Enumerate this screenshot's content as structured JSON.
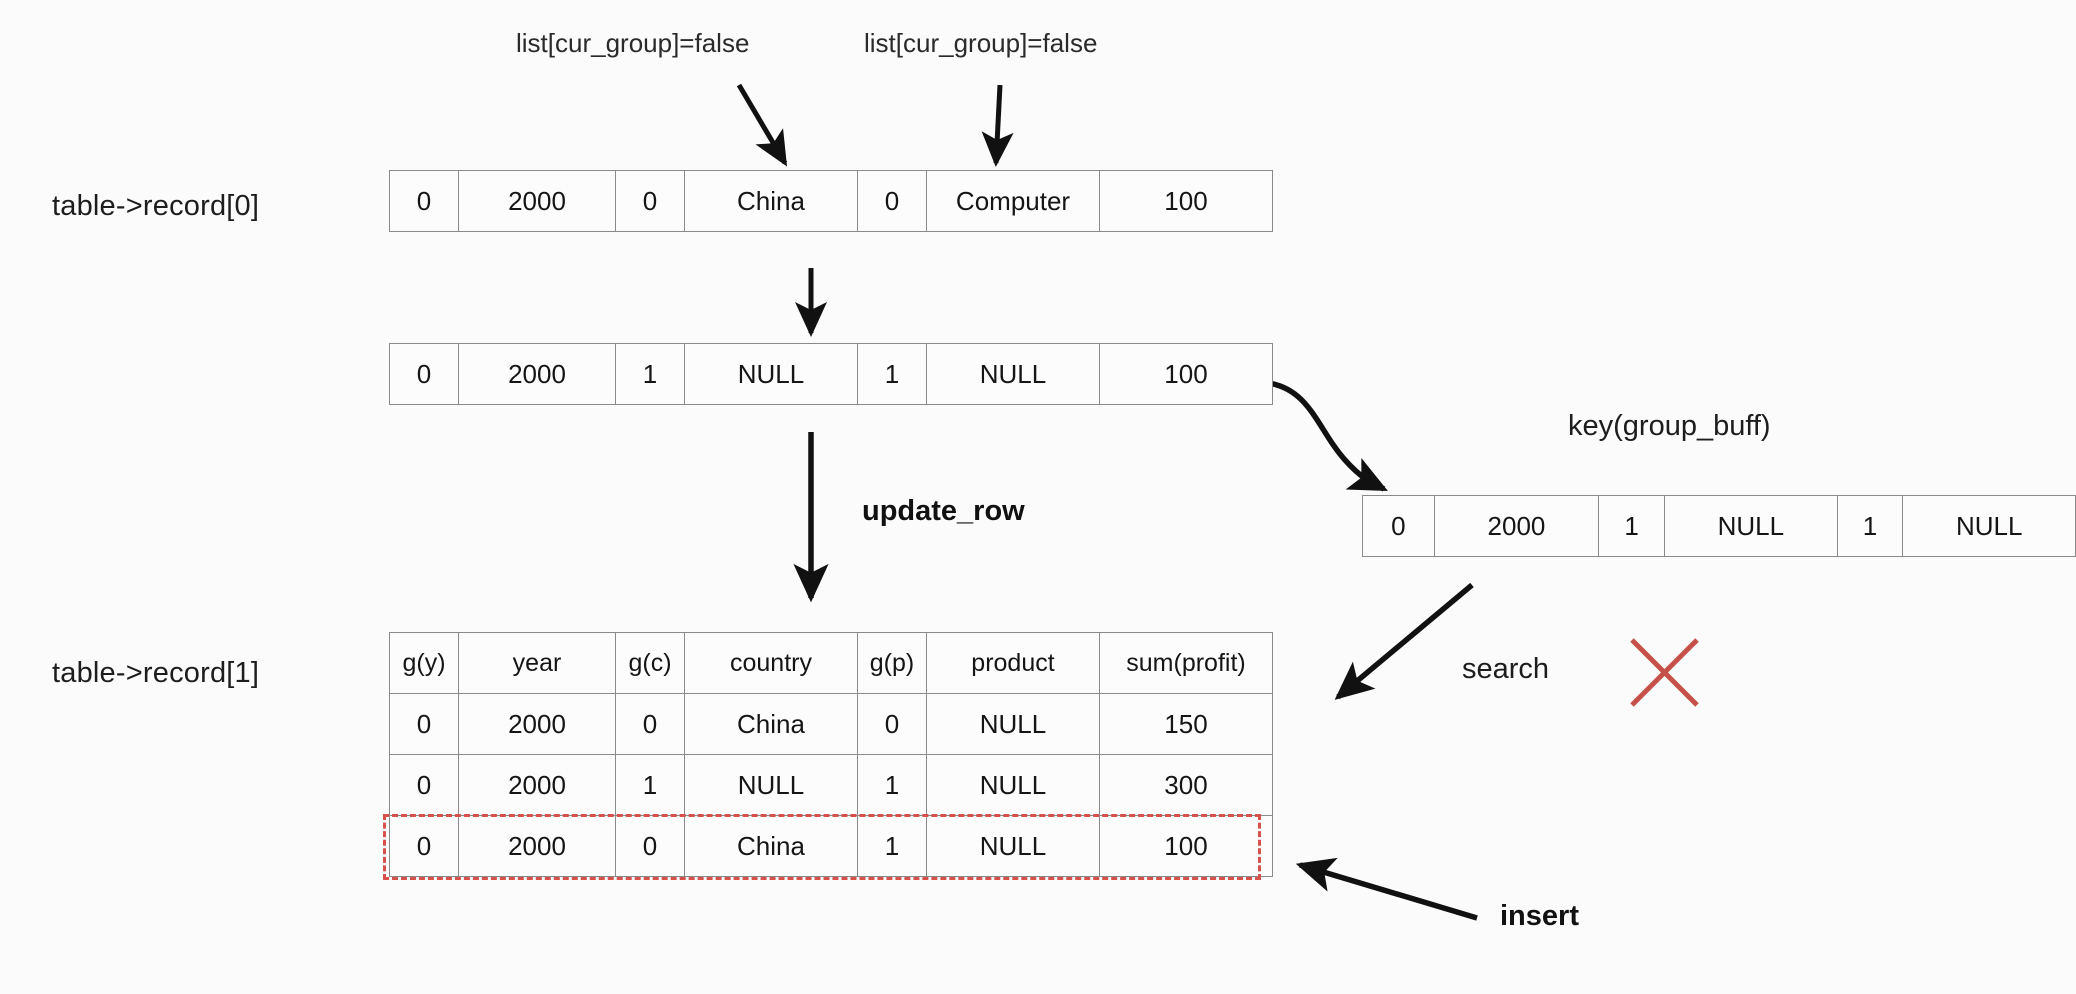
{
  "diagram": {
    "title": "MySQL group-by rollup record update flow",
    "colors": {
      "ink": "#1a1a1a",
      "rule": "#8a8a8a",
      "highlight": "#d6514a",
      "background": "#fbfbfb"
    },
    "annotations": {
      "list_cur_group_1": "list[cur_group]=false",
      "list_cur_group_2": "list[cur_group]=false",
      "update_row": "update_row",
      "search": "search",
      "insert": "insert",
      "key_group_buff": "key(group_buff)"
    },
    "labels": {
      "record0": "table->record[0]",
      "record1": "table->record[1]"
    },
    "record0_row": {
      "cells": [
        "0",
        "2000",
        "0",
        "China",
        "0",
        "Computer",
        "100"
      ]
    },
    "record0_row_updated": {
      "cells": [
        "0",
        "2000",
        "1",
        "NULL",
        "1",
        "NULL",
        "100"
      ]
    },
    "key_buff_row": {
      "cells": [
        "0",
        "2000",
        "1",
        "NULL",
        "1",
        "NULL"
      ]
    },
    "record1_table": {
      "headers": [
        "g(y)",
        "year",
        "g(c)",
        "country",
        "g(p)",
        "product",
        "sum(profit)"
      ],
      "rows": [
        {
          "cells": [
            "0",
            "2000",
            "0",
            "China",
            "0",
            "NULL",
            "150"
          ],
          "highlighted": false
        },
        {
          "cells": [
            "0",
            "2000",
            "1",
            "NULL",
            "1",
            "NULL",
            "300"
          ],
          "highlighted": false
        },
        {
          "cells": [
            "0",
            "2000",
            "0",
            "China",
            "1",
            "NULL",
            "100"
          ],
          "highlighted": true
        }
      ]
    },
    "icons": {
      "cross": "red-cross-icon",
      "arrow_down": "arrow-down-icon",
      "arrow_curve": "curved-arrow-icon",
      "arrow_diagonal": "diagonal-arrow-icon"
    }
  }
}
